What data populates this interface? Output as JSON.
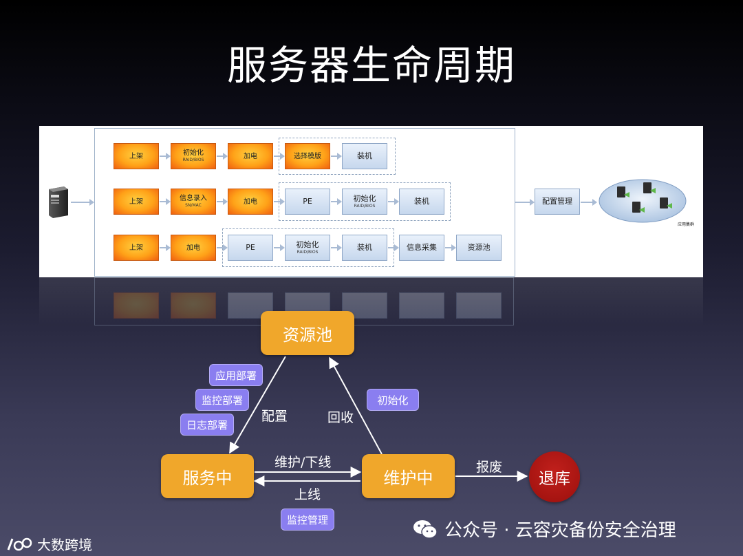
{
  "title": "服务器生命周期",
  "flow": {
    "row1": [
      {
        "label": "上架",
        "sub": ""
      },
      {
        "label": "初始化",
        "sub": "RAID/BIOS"
      },
      {
        "label": "加电",
        "sub": ""
      },
      {
        "label": "选择模版",
        "sub": ""
      },
      {
        "label": "装机",
        "sub": ""
      }
    ],
    "row2": [
      {
        "label": "上架",
        "sub": ""
      },
      {
        "label": "信息录入",
        "sub": "SN/MAC"
      },
      {
        "label": "加电",
        "sub": ""
      },
      {
        "label": "PE",
        "sub": ""
      },
      {
        "label": "初始化",
        "sub": "RAID/BIOS"
      },
      {
        "label": "装机",
        "sub": ""
      }
    ],
    "row3": [
      {
        "label": "上架",
        "sub": ""
      },
      {
        "label": "加电",
        "sub": ""
      },
      {
        "label": "PE",
        "sub": ""
      },
      {
        "label": "初始化",
        "sub": "RAID/BIOS"
      },
      {
        "label": "装机",
        "sub": ""
      },
      {
        "label": "信息采集",
        "sub": ""
      },
      {
        "label": "资源池",
        "sub": ""
      }
    ],
    "config_mgmt": "配置管理",
    "cluster_label": "应用集群",
    "icons": {
      "server": "server-icon",
      "cluster": "server-cluster-icon"
    }
  },
  "lifecycle": {
    "nodes": {
      "pool": "资源池",
      "in_service": "服务中",
      "maintenance": "维护中",
      "retired": "退库"
    },
    "edges": {
      "configure": "配置",
      "reclaim": "回收",
      "maint_offline": "维护/下线",
      "online": "上线",
      "scrap": "报废"
    },
    "tags": {
      "app_deploy": "应用部署",
      "monitor_deploy": "监控部署",
      "log_deploy": "日志部署",
      "init": "初始化",
      "monitor_mgmt": "监控管理"
    },
    "colors": {
      "node": "#f0a72b",
      "tag": "#8a7ef0",
      "retired": "#a5120f"
    }
  },
  "watermarks": {
    "left": "大数跨境",
    "right": "公众号 · 云容灾备份安全治理",
    "icons": [
      "brand-logo-icon",
      "wechat-icon"
    ]
  }
}
